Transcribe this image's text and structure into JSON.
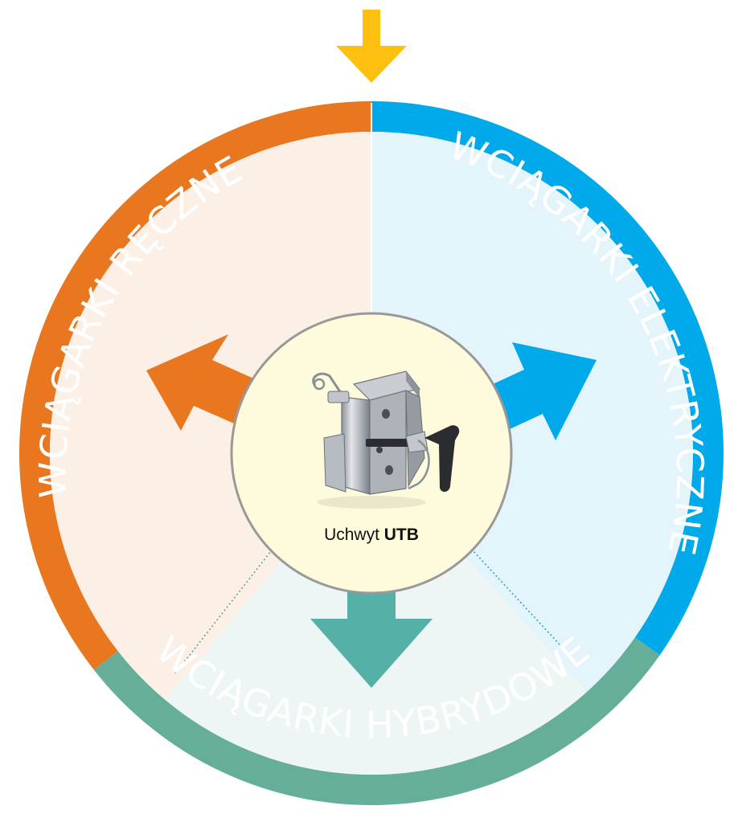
{
  "segments": {
    "manual": {
      "label": "WCIĄGARKI RĘCZNE",
      "color": "#E8771F",
      "fill": "#FCEFE6"
    },
    "electric": {
      "label": "WCIĄGARKI ELEKTRYCZNE",
      "color": "#00A9EA",
      "fill": "#E3F4FB"
    },
    "hybrid": {
      "label": "WCIĄGARKI HYBRYDOWE",
      "color": "#64AE9A",
      "fill": "#EEF6F5"
    }
  },
  "center": {
    "caption_prefix": "Uchwyt",
    "caption_bold": "UTB",
    "fill": "#FEFBDC",
    "border": "#999999"
  },
  "top_arrow": {
    "color": "#FDC010",
    "icon": "arrow-down-icon"
  },
  "arrows": {
    "manual": {
      "icon": "arrow-up-left-icon",
      "color": "#E8771F"
    },
    "electric": {
      "icon": "arrow-up-right-icon",
      "color": "#00A9EA"
    },
    "hybrid": {
      "icon": "arrow-down-icon",
      "color": "#55B1A7"
    }
  }
}
